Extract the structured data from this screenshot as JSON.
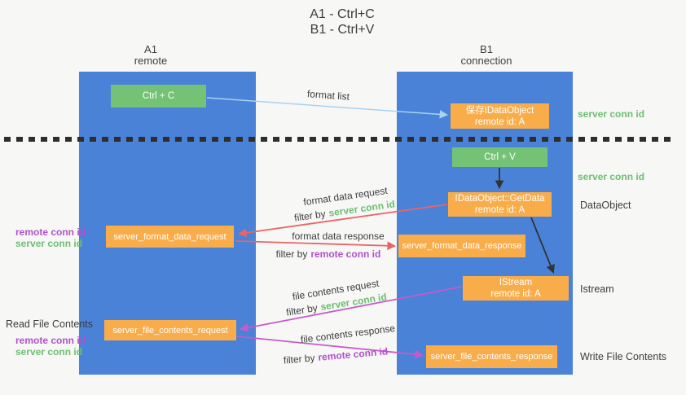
{
  "title": {
    "line1": "A1 - Ctrl+C",
    "line2": "B1 - Ctrl+V"
  },
  "columns": {
    "a1": {
      "name": "A1",
      "role": "remote"
    },
    "b1": {
      "name": "B1",
      "role": "connection"
    }
  },
  "nodes": {
    "ctrl_c": {
      "label": "Ctrl + C"
    },
    "ctrl_v": {
      "label": "Ctrl + V"
    },
    "save_dataobject": {
      "line1": "保存IDataObject",
      "line2": "remote id: A"
    },
    "getdata": {
      "line1": "IDataObject::GetData",
      "line2": "remote id: A"
    },
    "istream": {
      "line1": "IStream",
      "line2": "remote id: A"
    },
    "server_format_data_request": {
      "label": "server_format_data_request"
    },
    "server_format_data_response": {
      "label": "server_format_data_response"
    },
    "server_file_contents_request": {
      "label": "server_file_contents_request"
    },
    "server_file_contents_response": {
      "label": "server_file_contents_response"
    }
  },
  "flow_labels": {
    "format_list": "format list",
    "format_data_request": "format data request",
    "format_data_response": "format data response",
    "file_contents_request": "file contents request",
    "file_contents_response": "file contents response",
    "filter_by": "filter by",
    "server_conn_id": "server conn id",
    "remote_conn_id": "remote conn id"
  },
  "side_labels": {
    "left": {
      "remote_conn_id": "remote conn id",
      "server_conn_id": "server conn id",
      "read_file_contents": "Read File Contents"
    },
    "right": {
      "server_conn_id_top": "server conn id",
      "server_conn_id_mid": "server conn id",
      "dataobject": "DataObject",
      "istream": "Istream",
      "write_file_contents": "Write File Contents"
    }
  },
  "colors": {
    "column_blue": "#4a82d8",
    "node_green": "#74c276",
    "node_orange": "#f9ad4a",
    "arrow_red": "#e86565",
    "arrow_magenta": "#c55bc8",
    "arrow_light_blue": "#a8d2f1",
    "arrow_black": "#333333",
    "text_green": "#6cbf70",
    "text_purple": "#b151cb",
    "text_dark": "#3d3d3d"
  }
}
